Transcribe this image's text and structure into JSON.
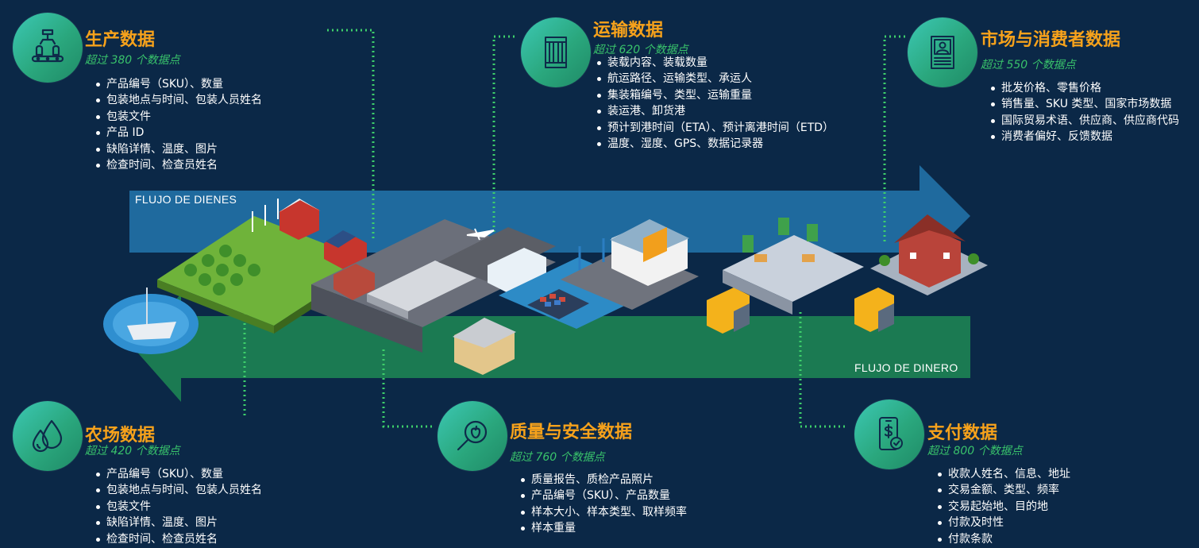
{
  "flows": {
    "goods_label": "FLUJO DE DIENES",
    "money_label": "FLUJO DE DINERO",
    "goods_color": "#1f6a9e",
    "money_color": "#1b7a52"
  },
  "colors": {
    "background": "#0b2847",
    "title": "#f7a21b",
    "subtitle": "#39c36b",
    "connector": "#3ecf6b"
  },
  "blocks": {
    "production": {
      "icon": "factory-robot-arm-icon",
      "title": "生产数据",
      "subtitle": "超过 380 个数据点",
      "items": [
        "产品编号（SKU）、数量",
        "包装地点与时间、包装人员姓名",
        "包装文件",
        "产品 ID",
        "缺陷详情、温度、图片",
        "检查时间、检查员姓名"
      ]
    },
    "transport": {
      "icon": "shipping-container-icon",
      "title": "运输数据",
      "subtitle": "超过 620 个数据点",
      "items": [
        "装载内容、装载数量",
        "航运路径、运输类型、承运人",
        "集装箱编号、类型、运输重量",
        "装运港、卸货港",
        "预计到港时间（ETA）、预计离港时间（ETD）",
        "温度、湿度、GPS、数据记录器"
      ]
    },
    "market": {
      "icon": "id-document-icon",
      "title": "市场与消费者数据",
      "subtitle": "超过 550 个数据点",
      "items": [
        "批发价格、零售价格",
        "销售量、SKU 类型、国家市场数据",
        "国际贸易术语、供应商、供应商代码",
        "消费者偏好、反馈数据"
      ]
    },
    "farm": {
      "icon": "water-drops-icon",
      "title": "农场数据",
      "subtitle": "超过 420 个数据点",
      "items": [
        "产品编号（SKU）、数量",
        "包装地点与时间、包装人员姓名",
        "包装文件",
        "缺陷详情、温度、图片",
        "检查时间、检查员姓名"
      ]
    },
    "quality": {
      "icon": "magnifier-apple-icon",
      "title": "质量与安全数据",
      "subtitle": "超过 760 个数据点",
      "items": [
        "质量报告、质检产品照片",
        "产品编号（SKU）、产品数量",
        "样本大小、样本类型、取样频率",
        "样本重量"
      ]
    },
    "payment": {
      "icon": "phone-payment-icon",
      "title": "支付数据",
      "subtitle": "超过 800 个数据点",
      "items": [
        "收款人姓名、信息、地址",
        "交易金额、类型、频率",
        "交易起始地、目的地",
        "付款及时性",
        "付款条款"
      ]
    }
  }
}
